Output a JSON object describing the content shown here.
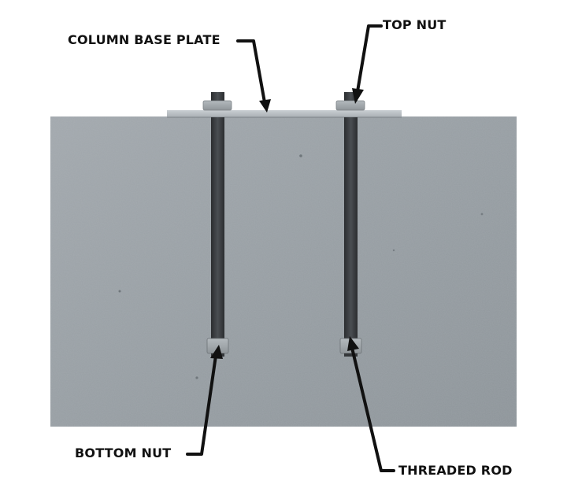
{
  "labels": {
    "column_base_plate": "COLUMN BASE PLATE",
    "top_nut": "TOP NUT",
    "bottom_nut": "BOTTOM NUT",
    "threaded_rod": "THREADED ROD"
  },
  "colors": {
    "concrete": "#9aa1a6",
    "concrete_dark": "#8a9196",
    "base_plate": "#b9bfc4",
    "rod": "#3a3d40",
    "nut": "#9ea4a8",
    "arrow": "#111111",
    "background": "#ffffff"
  }
}
